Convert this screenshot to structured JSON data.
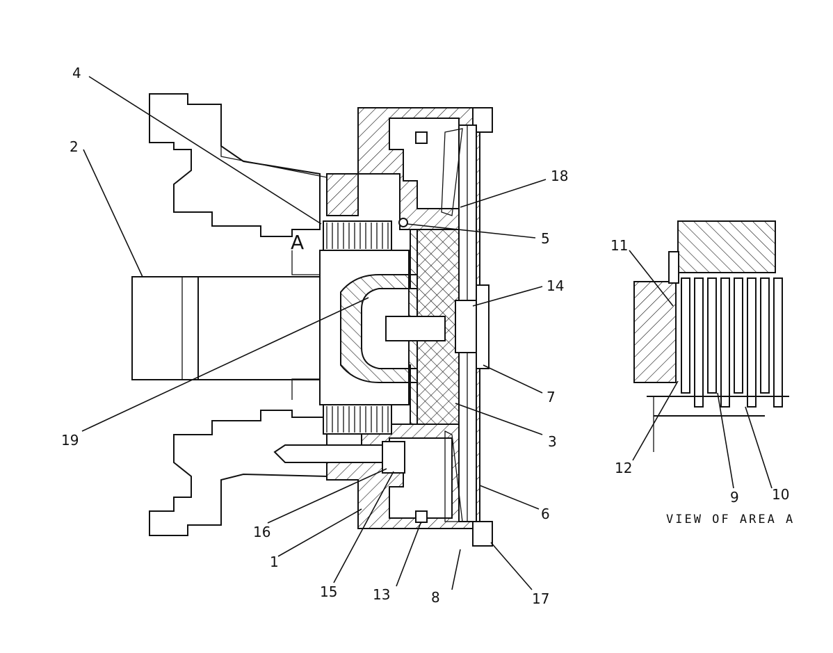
{
  "diagram": {
    "section_marker": "A",
    "view_caption": "VIEW OF AREA A",
    "callouts": [
      "1",
      "2",
      "3",
      "4",
      "5",
      "6",
      "7",
      "8",
      "9",
      "10",
      "11",
      "12",
      "13",
      "14",
      "15",
      "16",
      "17",
      "18",
      "19"
    ]
  }
}
